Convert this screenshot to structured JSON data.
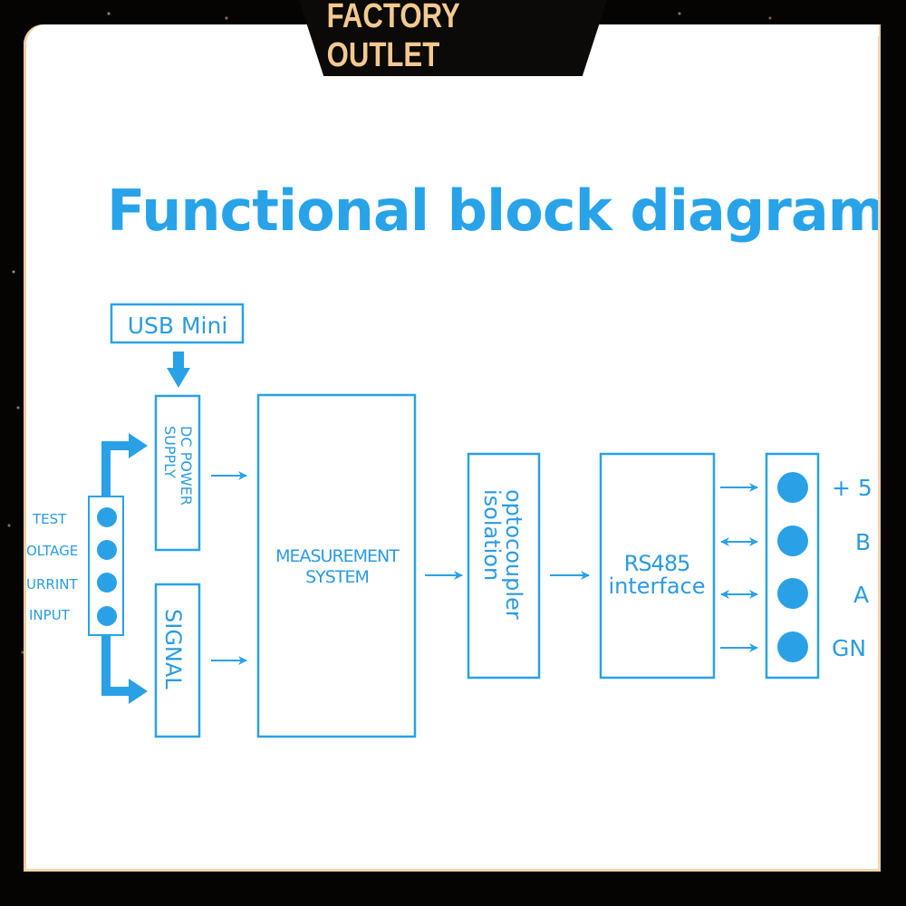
{
  "banner": {
    "text": "FACTORY OUTLET"
  },
  "title": "Functional block diagram",
  "colors": {
    "accent": "#2aa1e6",
    "banner_text": "#f3c98f",
    "frame": "#050403",
    "border": "#f1cfa1"
  },
  "diagram": {
    "input_pins": {
      "labels": [
        "TEST",
        "OLTAGE",
        "URRINT",
        "INPUT"
      ],
      "count": 4
    },
    "blocks": {
      "usb": "USB Mini",
      "dc_power": [
        "DC POWER",
        "SUPPLY"
      ],
      "signal": "SIGNAL",
      "measurement": [
        "MEASUREMENT",
        "SYSTEM"
      ],
      "optocoupler": [
        "optocoupler",
        "isolation"
      ],
      "rs485": [
        "RS485",
        "interface"
      ]
    },
    "output_pins": {
      "labels": [
        "+ 5",
        "B",
        "A",
        "GN"
      ],
      "arrows": [
        "one-way",
        "two-way",
        "two-way",
        "one-way"
      ],
      "count": 4
    }
  }
}
